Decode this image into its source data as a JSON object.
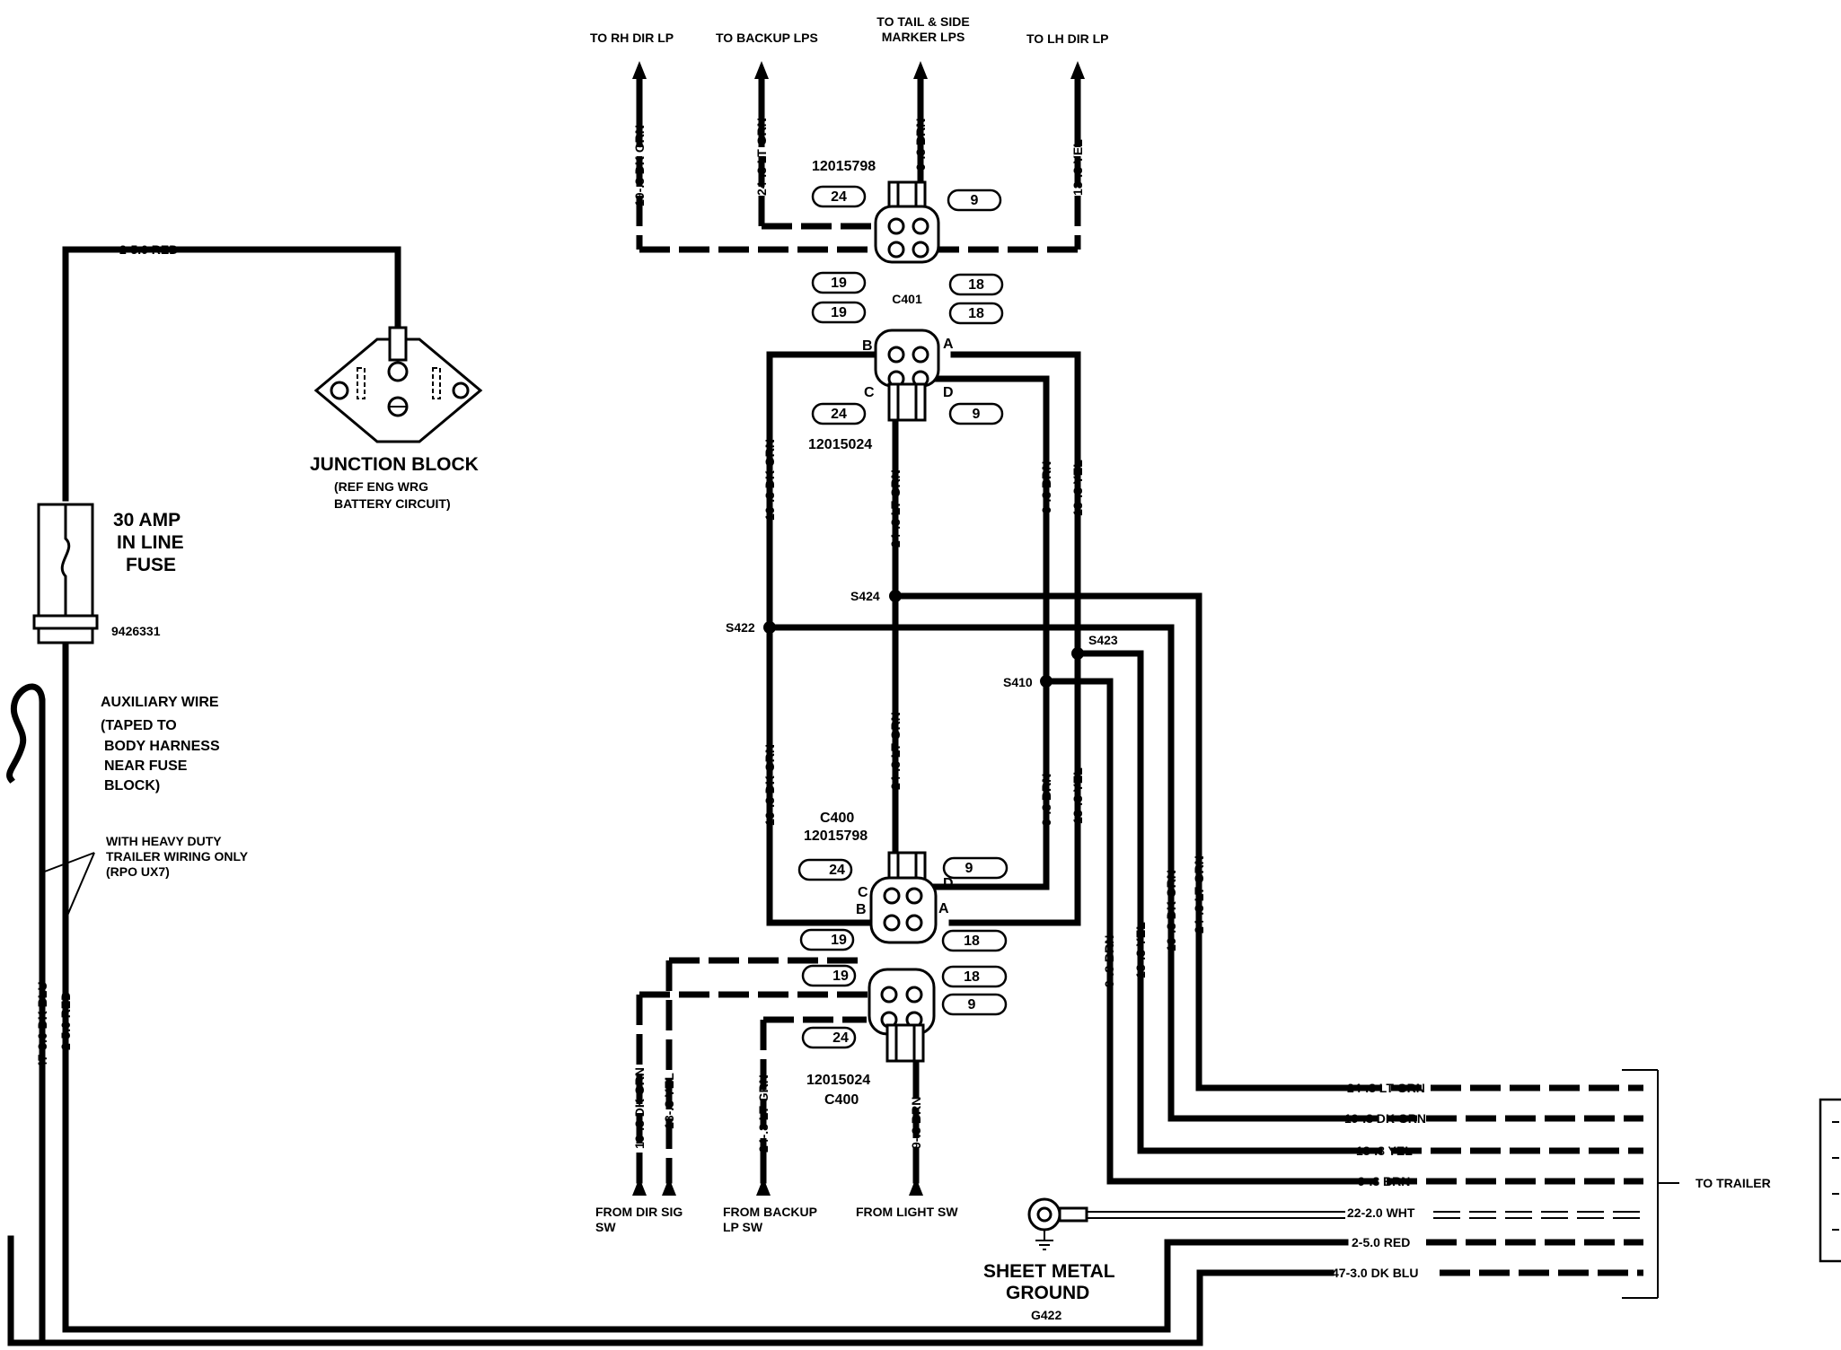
{
  "destinations": {
    "rh_dir": "TO RH DIR LP",
    "backup": "TO BACKUP LPS",
    "tail_1": "TO TAIL & SIDE",
    "tail_2": "MARKER LPS",
    "lh_dir": "TO LH DIR LP"
  },
  "top_wires": {
    "dk_grn": "19-.8 DK GRN",
    "lt_grn": "24-.8 LT GRN",
    "brn": "9-.8 BRN",
    "yel": "18-.8 YEL"
  },
  "connector_c401": {
    "label": "C401",
    "part_upper": "12015798",
    "part_lower": "12015024",
    "pins": [
      "24",
      "9",
      "19",
      "18",
      "19",
      "18",
      "24",
      "9"
    ],
    "letters": [
      "B",
      "A",
      "C",
      "D"
    ]
  },
  "mid_wires": {
    "dk_grn_a": "19-.8 DK GRN",
    "lt_grn_a": "24-.8 LT GRN",
    "brn_a": "9-.8 BRN",
    "yel_a": "18-.8 YEL",
    "dk_grn_b": "19-.8 DK GRN",
    "lt_grn_b": "24-.8 LT GRN",
    "brn_b": "9-.8 BRN",
    "yel_b": "18-.8 YEL"
  },
  "splices": {
    "s424": "S424",
    "s422": "S422",
    "s423": "S423",
    "s410": "S410"
  },
  "connector_c400": {
    "label": "C400",
    "part_upper": "12015798",
    "part_lower": "12015024",
    "pins": [
      "24",
      "9",
      "19",
      "18",
      "19",
      "18",
      "9",
      "24"
    ],
    "letters": [
      "C",
      "D",
      "B",
      "A"
    ]
  },
  "bottom_wires": {
    "dk_grn": "19-.8 DK GRN",
    "yel": "18-.8 YEL",
    "lt_grn": "24-.8 LT GRN",
    "brn": "9-.8 BRN"
  },
  "sources": {
    "dir_sig_1": "FROM DIR SIG",
    "dir_sig_2": "SW",
    "backup_1": "FROM BACKUP",
    "backup_2": "LP SW",
    "light": "FROM LIGHT SW"
  },
  "right_wires": {
    "lt_grn": "24-.8 LT GRN",
    "dk_grn": "19-.8 DK GRN",
    "yel": "18-.8 YEL",
    "brn": "9-.8 BRN",
    "dk_grn_h": "19-.8 DK GRN",
    "lt_grn_h": "24-.8 LT GRN",
    "yel_h": "18-.8 YEL",
    "brn_h": "9-.8 BRN"
  },
  "trailer_harness": {
    "to_trailer": "TO TRAILER",
    "wht": "22-2.0 WHT",
    "red": "2-5.0 RED",
    "blu": "47-3.0 DK BLU"
  },
  "ground": {
    "line1": "SHEET METAL",
    "line2": "GROUND",
    "id": "G422"
  },
  "junction_block": {
    "title": "JUNCTION BLOCK",
    "ref1": "(REF ENG WRG",
    "ref2": "BATTERY CIRCUIT)"
  },
  "power": {
    "red_top": "2-5.0 RED",
    "blu_left": "47-3.0 DK BLU",
    "red_left": "2-5.0 RED"
  },
  "fuse": {
    "line1": "30 AMP",
    "line2": "IN LINE",
    "line3": "FUSE",
    "part": "9426331"
  },
  "aux_wire": {
    "line1": "AUXILIARY WIRE",
    "line2": "(TAPED TO",
    "line3": "BODY HARNESS",
    "line4": "NEAR FUSE",
    "line5": "BLOCK)"
  },
  "heavy_duty": {
    "line1": "WITH HEAVY DUTY",
    "line2": "TRAILER WIRING ONLY",
    "line3": "(RPO UX7)"
  }
}
